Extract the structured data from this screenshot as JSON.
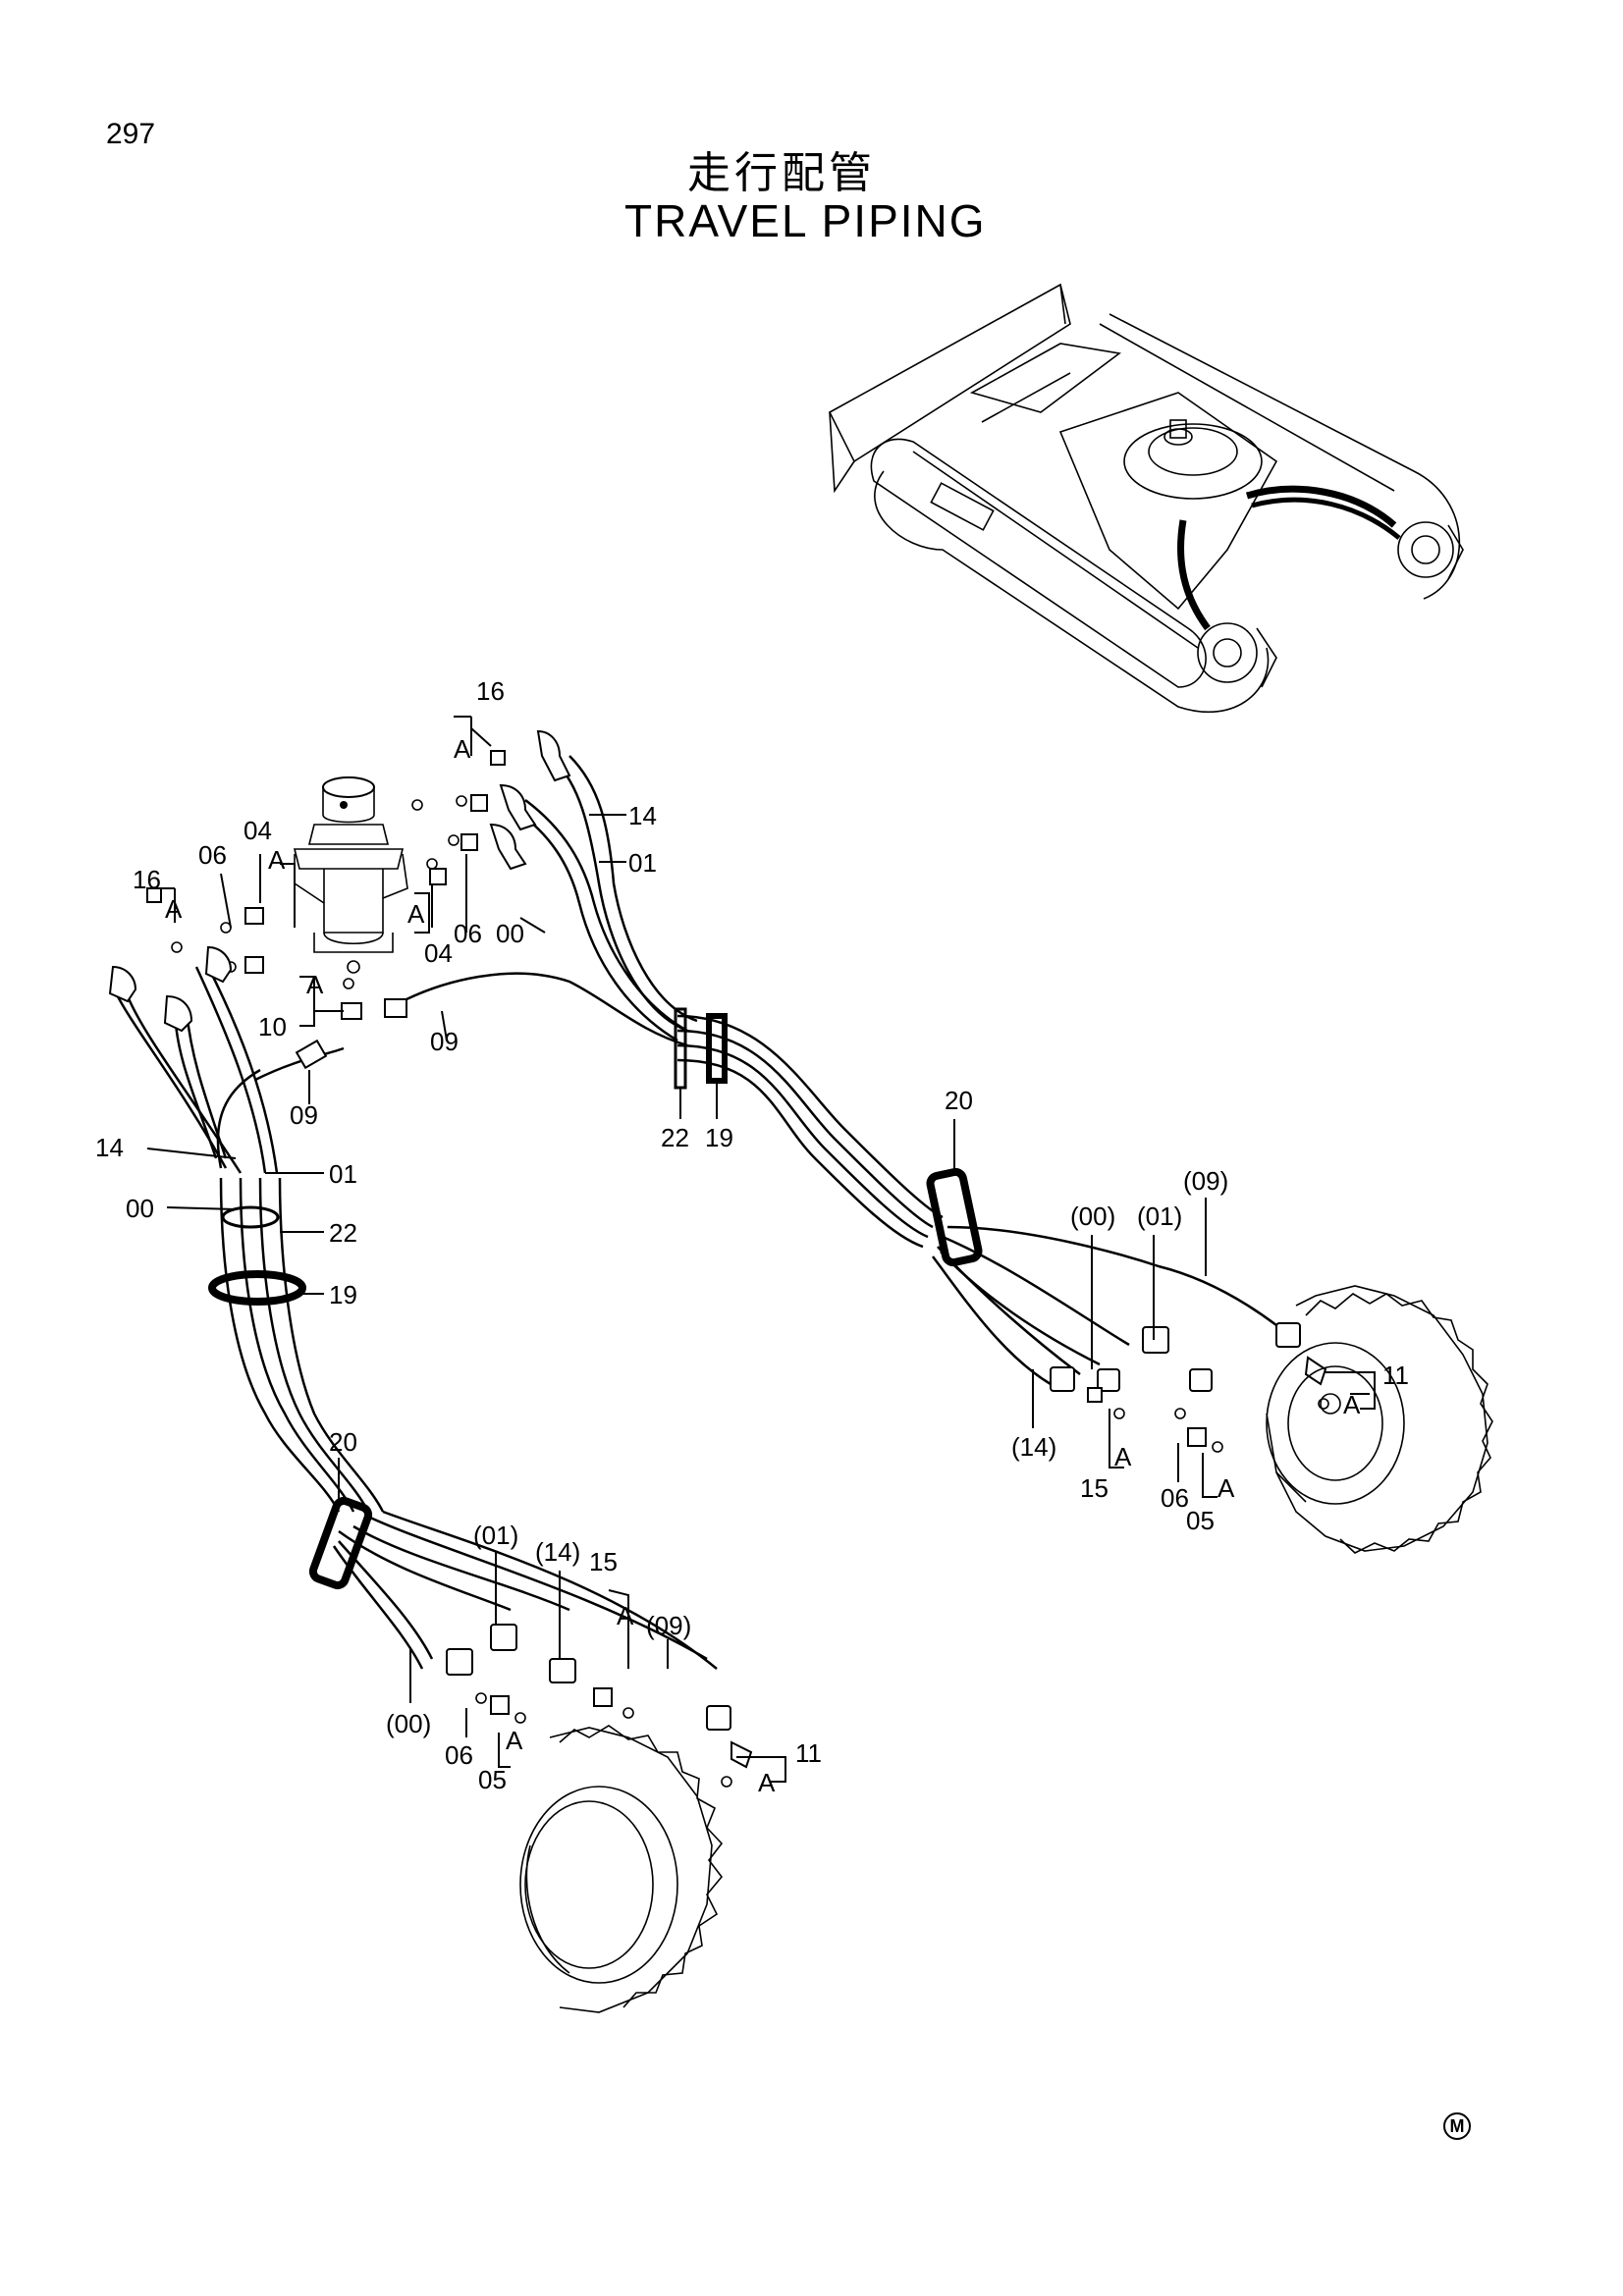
{
  "page": {
    "number": "297",
    "title_jp": "走行配管",
    "title_en": "TRAVEL PIPING",
    "mark": "M"
  },
  "callouts": {
    "swivel_top_16": "16",
    "swivel_top_A": "A",
    "swivel_14": "14",
    "swivel_01": "01",
    "swivel_06": "06",
    "swivel_00": "00",
    "swivel_04": "04",
    "swivel_A2": "A",
    "left_16": "16",
    "left_A": "A",
    "left_06": "06",
    "left_04": "04",
    "left_A2": "A",
    "left_10": "10",
    "left_A3": "A",
    "left_09": "09",
    "upper_09": "09",
    "left_14": "14",
    "left_01": "01",
    "left_00": "00",
    "left_22": "22",
    "left_19": "19",
    "mid_22": "22",
    "mid_19": "19",
    "mid_20": "20",
    "right_00": "(00)",
    "right_01": "(01)",
    "right_09": "(09)",
    "right_14": "(14)",
    "right_11": "11",
    "right_A1": "A",
    "right_A2": "A",
    "right_15": "15",
    "right_06": "06",
    "right_A3": "A",
    "right_05": "05",
    "low_20": "20",
    "low_01": "(01)",
    "low_14": "(14)",
    "low_15": "15",
    "low_A1": "A",
    "low_09": "(09)",
    "low_00": "(00)",
    "low_06": "06",
    "low_A2": "A",
    "low_05": "05",
    "low_11": "11",
    "low_A3": "A"
  }
}
